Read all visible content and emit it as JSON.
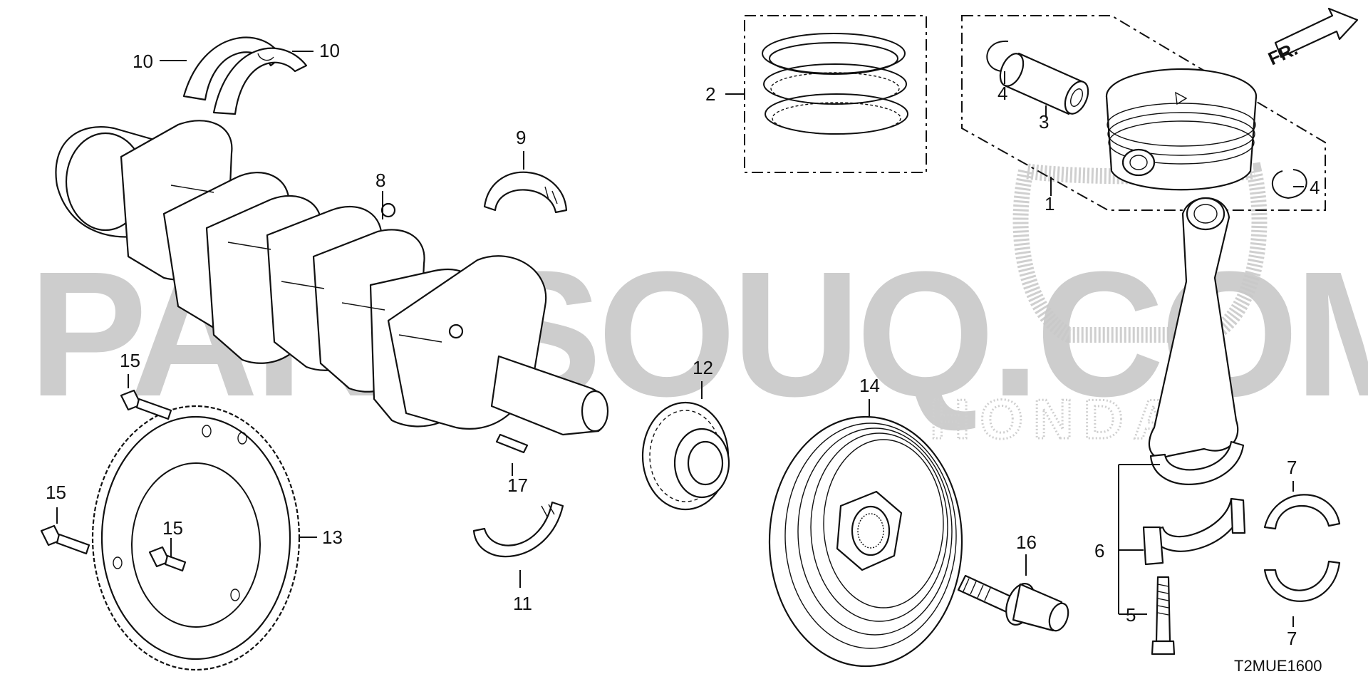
{
  "callouts": {
    "c10a": "10",
    "c10b": "10",
    "c9": "9",
    "c8": "8",
    "c2": "2",
    "c4a": "4",
    "c3": "3",
    "c1": "1",
    "c4b": "4",
    "c15a": "15",
    "c12": "12",
    "c14": "14",
    "c17": "17",
    "c15b": "15",
    "c15c": "15",
    "c13": "13",
    "c11": "11",
    "c16": "16",
    "c7a": "7",
    "c6": "6",
    "c5": "5",
    "c7b": "7"
  },
  "watermark": {
    "site": "PARTSOUQ.COM",
    "brand": "HONDA"
  },
  "front_marker": "FR.",
  "diagram_code": "T2MUE1600"
}
